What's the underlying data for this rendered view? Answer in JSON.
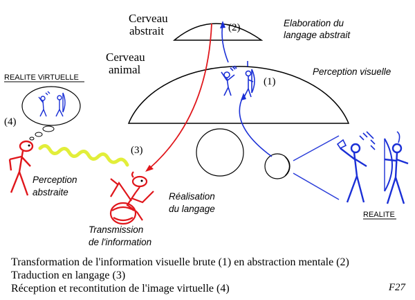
{
  "labels": {
    "cerveau_abstrait_1": "Cerveau",
    "cerveau_abstrait_2": "abstrait",
    "cerveau_animal_1": "Cerveau",
    "cerveau_animal_2": "animal",
    "step2": "(2)",
    "step1": "(1)",
    "step3": "(3)",
    "step4": "(4)",
    "elaboration_1": "Elaboration du",
    "elaboration_2": "langage abstrait",
    "perception_visuelle": "Perception visuelle",
    "realite_virtuelle": "REALITE ViRTUELLE",
    "perception_abstraite_1": "Perception",
    "perception_abstraite_2": "abstraite",
    "realisation_1": "Réalisation",
    "realisation_2": "du langage",
    "transmission_1": "Transmission",
    "transmission_2": "de l'information",
    "realite": "REALITE"
  },
  "caption": {
    "line1": "Transformation de l'information visuelle brute (1) en abstraction mentale (2)",
    "line2": "Traduction en langage (3)",
    "line3": "Réception et recontitution de l'image virtuelle (4)",
    "figure": "F27"
  },
  "colors": {
    "blue": "#1a2fd6",
    "red": "#e0161b",
    "yellow": "#e2ee3a",
    "black": "#000000"
  }
}
